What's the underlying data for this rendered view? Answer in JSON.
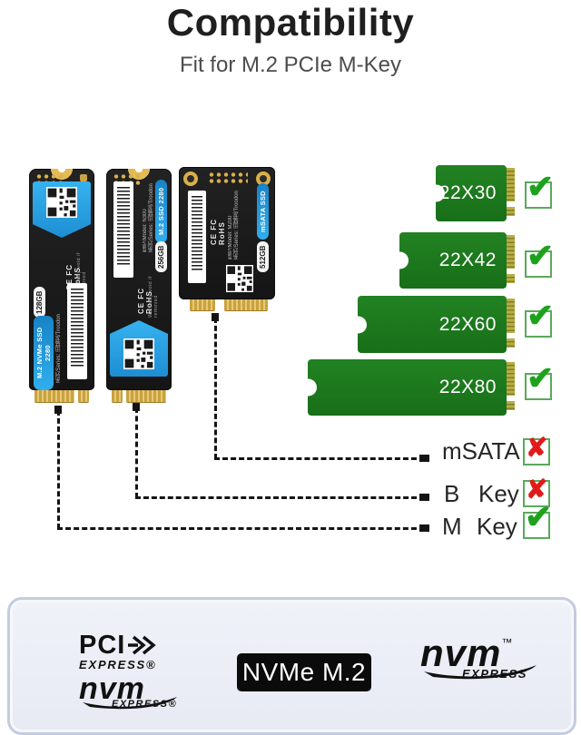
{
  "header": {
    "title": "Compatibility",
    "subtitle": "Fit for M.2 PCIe M-Key"
  },
  "ssds": [
    {
      "pill": "M.2 NVMe SSD 2280",
      "capacity": "128GB",
      "model": "型号/Model: V500",
      "series": "系列/Series: 迅猛龙/Troodon",
      "cert": "CE FC RoHS",
      "warranty": "Warranty void if removed"
    },
    {
      "pill": "M.2 SSD 2280",
      "capacity": "256GB",
      "model": "型号/Model: N300",
      "series": "系列/Series: 迅猛龙/Troodon",
      "cert": "CE FC RoHS",
      "warranty": "Warranty void if removed"
    },
    {
      "pill": "mSATA SSD",
      "capacity": "512GB",
      "model": "型号/Model: M200",
      "series": "系列/Series: 迅猛龙/Troodon",
      "cert": "CE FC RoHS",
      "warranty": "Warranty void if removed"
    }
  ],
  "form_factors": [
    {
      "label": "22X30",
      "status": "supported",
      "status_icon": "✔"
    },
    {
      "label": "22X42",
      "status": "supported",
      "status_icon": "✔"
    },
    {
      "label": "22X60",
      "status": "supported",
      "status_icon": "✔"
    },
    {
      "label": "22X80",
      "status": "supported",
      "status_icon": "✔"
    }
  ],
  "key_types": [
    {
      "key": "mSATA",
      "word": "",
      "status": "not-supported",
      "status_icon": "✘"
    },
    {
      "key": "B",
      "word": "Key",
      "status": "not-supported",
      "status_icon": "✘"
    },
    {
      "key": "M",
      "word": "Key",
      "status": "supported",
      "status_icon": "✔"
    }
  ],
  "footer": {
    "pcie": {
      "line1": "PCI",
      "line2": "EXPRESS®",
      "nvm": "nvm",
      "nvm_sub": "EXPRESS®"
    },
    "badge": "NVMe M.2",
    "nvme": {
      "text": "nvm",
      "tm": "™",
      "sub": "EXPRESS"
    }
  },
  "colors": {
    "pcb_green": "#1e7b1e",
    "check_green": "#1ea21e",
    "cross_red": "#e21a1a",
    "label_blue": "#2aa3e8",
    "connector_gold": "#d9b04a",
    "footer_bg": "#eaedf6",
    "title_text": "#1f1f1f",
    "subtitle_text": "#4c4c4c"
  }
}
